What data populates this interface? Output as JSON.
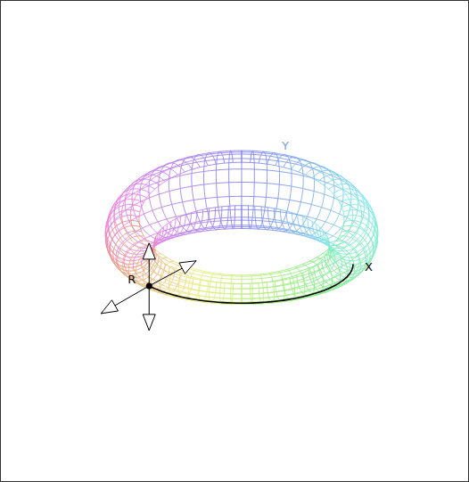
{
  "diagram": {
    "labels": [
      "Y",
      "X",
      "R"
    ]
  }
}
